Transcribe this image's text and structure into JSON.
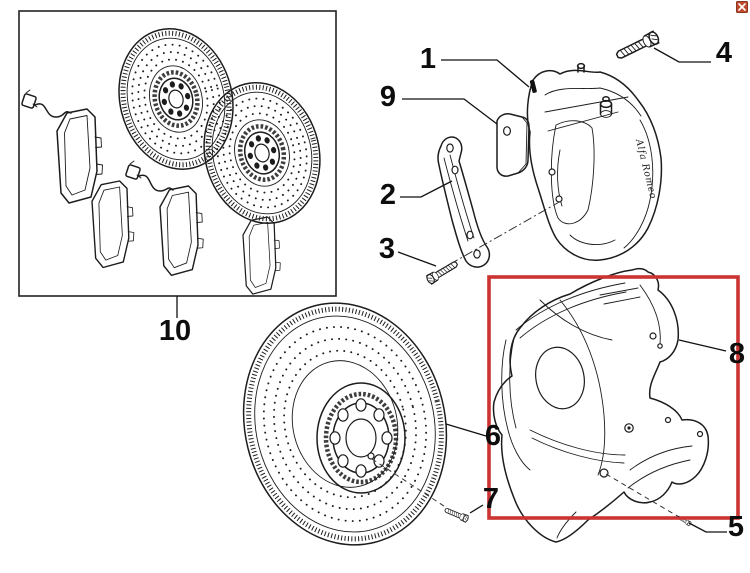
{
  "labels": {
    "l1": "1",
    "l2": "2",
    "l3": "3",
    "l4": "4",
    "l5": "5",
    "l6": "6",
    "l7": "7",
    "l8": "8",
    "l9": "9",
    "l10": "10"
  },
  "caliper_script": "Alfa Romeo",
  "colors": {
    "line": "#1c1c1c",
    "highlight": "#cc3333",
    "icon_bg": "#c14b2e",
    "icon_border": "#8a3722",
    "icon_glyph": "#ffffff"
  }
}
